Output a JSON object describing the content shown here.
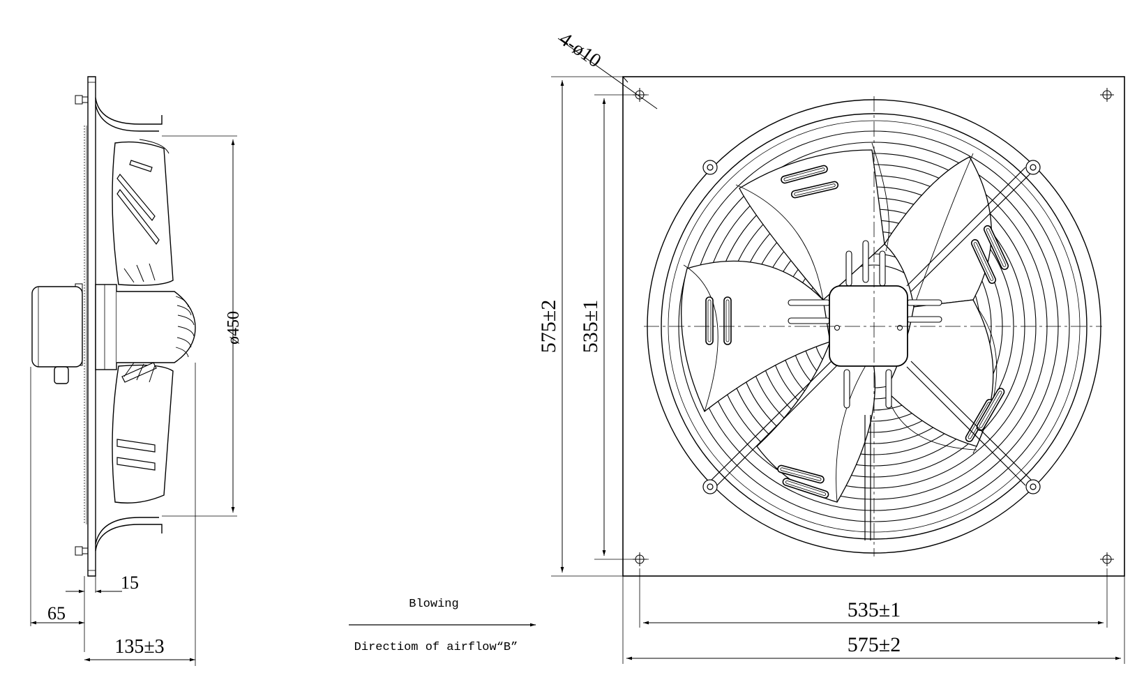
{
  "side_view": {
    "dim_dia": "ø450",
    "dim_flange": "15",
    "dim_motor": "65",
    "dim_depth": "135±3"
  },
  "airflow": {
    "label_top": "Blowing",
    "label_bottom": "Directiom of airflow“B”"
  },
  "front_view": {
    "dim_holes": "4-ø10",
    "dim_v_outer": "575±2",
    "dim_v_inner": "535±1",
    "dim_h_inner": "535±1",
    "dim_h_outer": "575±2"
  }
}
